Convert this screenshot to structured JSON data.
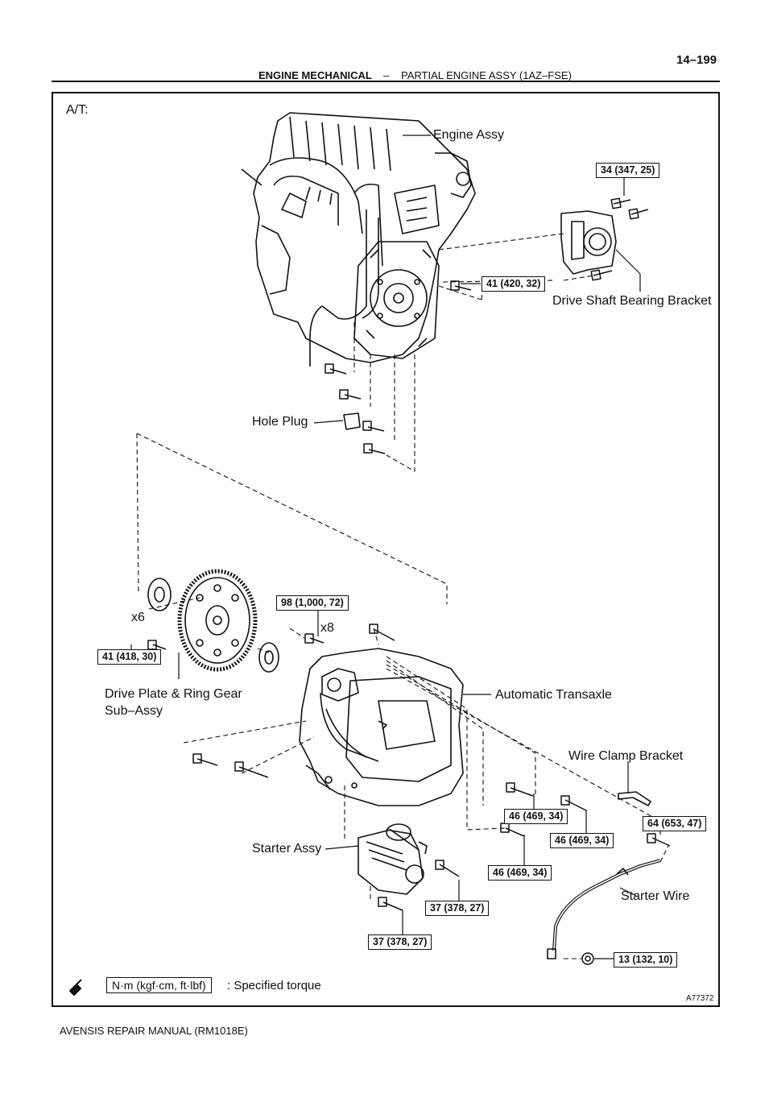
{
  "header": {
    "section": "ENGINE MECHANICAL",
    "separator": "–",
    "subsection": "PARTIAL ENGINE ASSY (1AZ–FSE)",
    "page_number": "14–199"
  },
  "diagram": {
    "variant_label": "A/T:",
    "figure_id": "A77372",
    "parts": {
      "engine_assy": "Engine Assy",
      "drive_shaft_bearing_bracket": "Drive Shaft Bearing Bracket",
      "hole_plug": "Hole Plug",
      "drive_plate_line1": "Drive Plate & Ring Gear",
      "drive_plate_line2": "Sub–Assy",
      "automatic_transaxle": "Automatic Transaxle",
      "wire_clamp_bracket": "Wire Clamp Bracket",
      "starter_assy": "Starter Assy",
      "starter_wire": "Starter Wire"
    },
    "quantities": {
      "x6": "x6",
      "x8": "x8"
    },
    "torques": {
      "t34": "34 (347, 25)",
      "t41a": "41 (420, 32)",
      "t98": "98 (1,000, 72)",
      "t41b": "41 (418, 30)",
      "t46a": "46 (469, 34)",
      "t46b": "46 (469, 34)",
      "t46c": "46 (469, 34)",
      "t64": "64 (653, 47)",
      "t37a": "37 (378, 27)",
      "t37b": "37 (378, 27)",
      "t13": "13 (132, 10)"
    },
    "legend": {
      "unit_box": "N·m (kgf·cm, ft·lbf)",
      "text": ": Specified torque",
      "icon": "torque-wrench-icon"
    }
  },
  "footer": {
    "text": "AVENSIS REPAIR MANUAL   (RM1018E)"
  }
}
